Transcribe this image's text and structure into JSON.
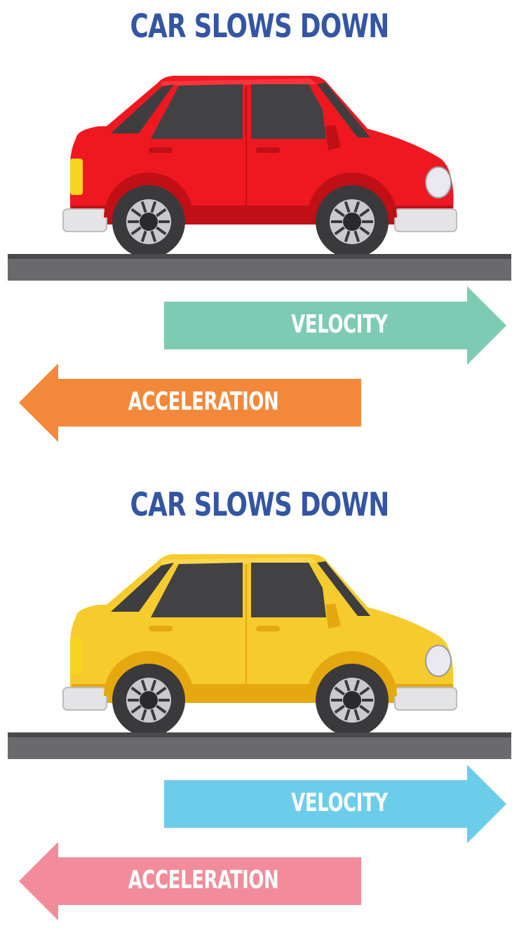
{
  "colors": {
    "title": "#3355a3",
    "road": "#6a6a6c",
    "panel_1": {
      "car_body": "#ef1820",
      "car_shadow": "#c10f16",
      "car_light": "#ff4a50",
      "velocity_arrow": "#7dcbb2",
      "acceleration_arrow": "#f3883a"
    },
    "panel_2": {
      "car_body": "#f5cb2d",
      "car_shadow": "#e5a80f",
      "car_light": "#ffe068",
      "velocity_arrow": "#6ccdea",
      "acceleration_arrow": "#f28c9a"
    }
  },
  "panels": [
    {
      "title": "CAR SLOWS DOWN",
      "car_color_name": "red",
      "velocity_label": "VELOCITY",
      "velocity_direction": "right",
      "acceleration_label": "ACCELERATION",
      "acceleration_direction": "left"
    },
    {
      "title": "CAR SLOWS DOWN",
      "car_color_name": "yellow",
      "velocity_label": "VELOCITY",
      "velocity_direction": "right",
      "acceleration_label": "ACCELERATION",
      "acceleration_direction": "left"
    }
  ],
  "icons": [
    "car-icon",
    "arrow-right-icon",
    "arrow-left-icon",
    "road"
  ]
}
